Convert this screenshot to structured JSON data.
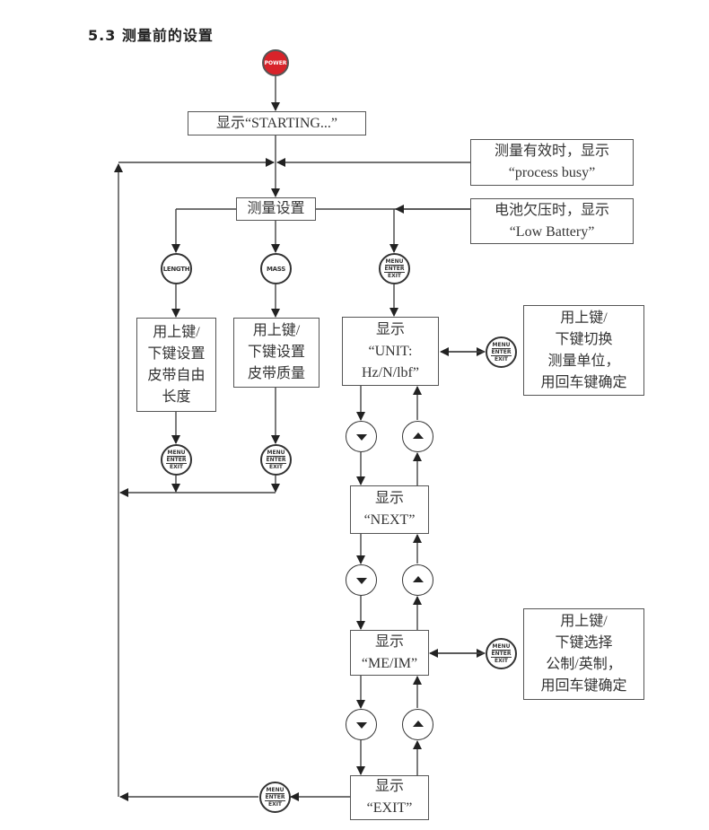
{
  "title": "5.3 测量前的设置",
  "buttons": {
    "power": "POWER",
    "length": "LENGTH",
    "mass": "MASS",
    "menu_lines": [
      "MENU",
      "ENTER",
      "EXIT"
    ]
  },
  "nodes": {
    "starting": "显示“STARTING...”",
    "setup": "测量设置",
    "process_busy": [
      "测量有效时，显示",
      "“process busy”"
    ],
    "low_battery": [
      "电池欠压时，显示",
      "“Low Battery”"
    ],
    "length_setting": [
      "用上键/",
      "下键设置",
      "皮带自由",
      "长度"
    ],
    "mass_setting": [
      "用上键/",
      "下键设置",
      "皮带质量"
    ],
    "unit": [
      "显示",
      "“UNIT:",
      "Hz/N/lbf”"
    ],
    "unit_help": [
      "用上键/",
      "下键切换",
      "测量单位，",
      "用回车键确定"
    ],
    "next": [
      "显示",
      "“NEXT”"
    ],
    "meim": [
      "显示",
      "“ME/IM”"
    ],
    "meim_help": [
      "用上键/",
      "下键选择",
      "公制/英制，",
      "用回车键确定"
    ],
    "exit": [
      "显示",
      "“EXIT”"
    ]
  },
  "colors": {
    "power": "#d8232a",
    "line": "#444444"
  }
}
